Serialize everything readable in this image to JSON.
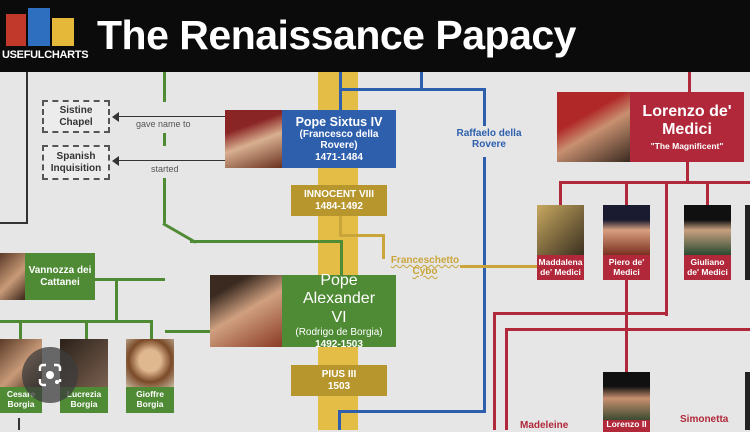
{
  "header": {
    "title": "The Renaissance Papacy",
    "logo_text": "USEFULCHARTS"
  },
  "notes": {
    "sistine": "Sistine Chapel",
    "spanish": "Spanish Inquisition",
    "gave_name_to": "gave name to",
    "started": "started"
  },
  "popes": [
    {
      "name": "Pope Sixtus IV",
      "sub": "(Francesco della Rovere)",
      "years": "1471-1484"
    },
    {
      "name": "INNOCENT VIII",
      "years": "1484-1492"
    },
    {
      "name": "Pope Alexander VI",
      "sub": "(Rodrigo de Borgia)",
      "years": "1492-1503"
    },
    {
      "name": "PIUS III",
      "years": "1503"
    }
  ],
  "relatives": {
    "raffaelo": "Raffaelo della Rovere",
    "franceschetto": "Franceschetto Cybo",
    "vannozza": "Vannozza dei Cattanei"
  },
  "borgia_children": [
    "Cesare Borgia",
    "Lucrezia Borgia",
    "Gioffre Borgia"
  ],
  "medici": {
    "name": "Lorenzo de' Medici",
    "epithet": "\"The Magnificent\"",
    "children": [
      "Maddalena de' Medici",
      "Piero de' Medici",
      "Giuliano de' Medici"
    ],
    "bottom": [
      "Madeleine",
      "Lorenzo II",
      "Simonetta"
    ]
  },
  "colors": {
    "blue": "#2e5fad",
    "green": "#4f8a34",
    "gold": "#b8962e",
    "red": "#b0283a",
    "band": "#e3bd45"
  }
}
